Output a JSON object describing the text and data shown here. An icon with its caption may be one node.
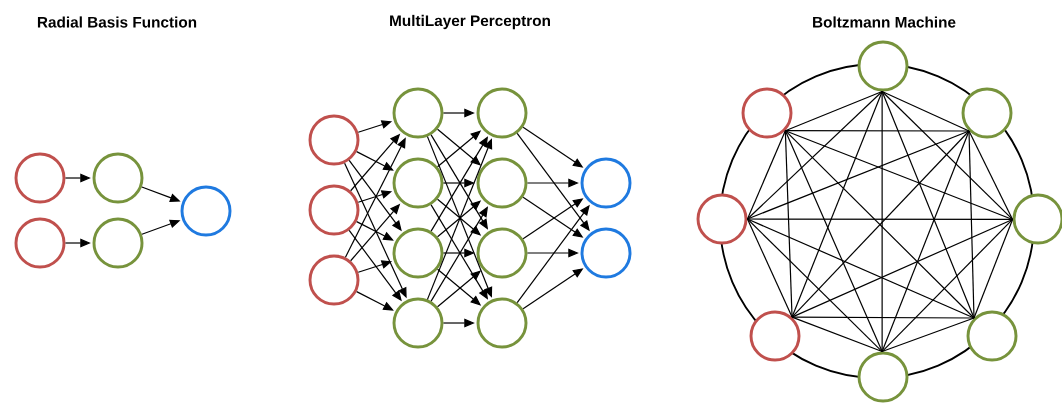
{
  "diagram": {
    "nodes": [
      {
        "text": [],
        "shape": "circle"
      },
      {
        "text": [],
        "shape": "circle"
      },
      {
        "text": [],
        "shape": "circle"
      },
      {
        "text": [],
        "shape": "circle"
      },
      {
        "text": [],
        "shape": "circle"
      },
      {
        "text": [],
        "shape": "circle"
      },
      {
        "text": [],
        "shape": "circle"
      },
      {
        "text": [],
        "shape": "circle"
      },
      {
        "text": [],
        "shape": "circle"
      },
      {
        "text": [],
        "shape": "circle"
      },
      {
        "text": [],
        "shape": "circle"
      },
      {
        "text": [],
        "shape": "circle"
      },
      {
        "text": [],
        "shape": "circle"
      },
      {
        "text": [],
        "shape": "circle"
      },
      {
        "text": [],
        "shape": "circle"
      },
      {
        "text": [],
        "shape": "circle"
      },
      {
        "text": [],
        "shape": "circle"
      },
      {
        "text": [],
        "shape": "circle"
      },
      {
        "text": [],
        "shape": "circle"
      },
      {
        "text": [],
        "shape": "circle"
      },
      {
        "text": [],
        "shape": "circle"
      },
      {
        "text": [],
        "shape": "circle"
      },
      {
        "text": [],
        "shape": "circle"
      },
      {
        "text": [],
        "shape": "circle"
      },
      {
        "text": [],
        "shape": "circle"
      },
      {
        "text": [],
        "shape": "circle"
      }
    ],
    "edges": [
      {
        "from": 0,
        "to": 2,
        "arrow": "to"
      },
      {
        "from": 1,
        "to": 3,
        "arrow": "to"
      },
      {
        "from": 2,
        "to": 4,
        "arrow": "to"
      },
      {
        "from": 3,
        "to": 4,
        "arrow": "to"
      },
      {
        "from": 5,
        "to": 8,
        "arrow": "to"
      },
      {
        "from": 5,
        "to": 9,
        "arrow": "to"
      },
      {
        "from": 5,
        "to": 10,
        "arrow": "to"
      },
      {
        "from": 5,
        "to": 11,
        "arrow": "to"
      },
      {
        "from": 6,
        "to": 8,
        "arrow": "to"
      },
      {
        "from": 6,
        "to": 9,
        "arrow": "to"
      },
      {
        "from": 6,
        "to": 10,
        "arrow": "to"
      },
      {
        "from": 6,
        "to": 11,
        "arrow": "to"
      },
      {
        "from": 7,
        "to": 8,
        "arrow": "to"
      },
      {
        "from": 7,
        "to": 9,
        "arrow": "to"
      },
      {
        "from": 7,
        "to": 10,
        "arrow": "to"
      },
      {
        "from": 7,
        "to": 11,
        "arrow": "to"
      },
      {
        "from": 8,
        "to": 12,
        "arrow": "to"
      },
      {
        "from": 8,
        "to": 13,
        "arrow": "to"
      },
      {
        "from": 8,
        "to": 14,
        "arrow": "to"
      },
      {
        "from": 8,
        "to": 15,
        "arrow": "to"
      },
      {
        "from": 9,
        "to": 12,
        "arrow": "to"
      },
      {
        "from": 9,
        "to": 13,
        "arrow": "to"
      },
      {
        "from": 9,
        "to": 14,
        "arrow": "to"
      },
      {
        "from": 9,
        "to": 15,
        "arrow": "to"
      },
      {
        "from": 10,
        "to": 12,
        "arrow": "to"
      },
      {
        "from": 10,
        "to": 13,
        "arrow": "to"
      },
      {
        "from": 10,
        "to": 14,
        "arrow": "to"
      },
      {
        "from": 10,
        "to": 15,
        "arrow": "to"
      },
      {
        "from": 11,
        "to": 12,
        "arrow": "to"
      },
      {
        "from": 11,
        "to": 13,
        "arrow": "to"
      },
      {
        "from": 11,
        "to": 14,
        "arrow": "to"
      },
      {
        "from": 11,
        "to": 15,
        "arrow": "to"
      },
      {
        "from": 12,
        "to": 16,
        "arrow": "to"
      },
      {
        "from": 12,
        "to": 17,
        "arrow": "to"
      },
      {
        "from": 13,
        "to": 16,
        "arrow": "to"
      },
      {
        "from": 13,
        "to": 17,
        "arrow": "to"
      },
      {
        "from": 14,
        "to": 16,
        "arrow": "to"
      },
      {
        "from": 14,
        "to": 17,
        "arrow": "to"
      },
      {
        "from": 15,
        "to": 16,
        "arrow": "to"
      },
      {
        "from": 15,
        "to": 17,
        "arrow": "to"
      },
      {
        "from": 18,
        "to": 19,
        "arrow": "none"
      },
      {
        "from": 18,
        "to": 20,
        "arrow": "none"
      },
      {
        "from": 18,
        "to": 21,
        "arrow": "none"
      },
      {
        "from": 18,
        "to": 22,
        "arrow": "none"
      },
      {
        "from": 18,
        "to": 23,
        "arrow": "none"
      },
      {
        "from": 18,
        "to": 24,
        "arrow": "none"
      },
      {
        "from": 18,
        "to": 25,
        "arrow": "none"
      },
      {
        "from": 19,
        "to": 20,
        "arrow": "none"
      },
      {
        "from": 19,
        "to": 21,
        "arrow": "none"
      },
      {
        "from": 19,
        "to": 22,
        "arrow": "none"
      },
      {
        "from": 19,
        "to": 23,
        "arrow": "none"
      },
      {
        "from": 19,
        "to": 24,
        "arrow": "none"
      },
      {
        "from": 19,
        "to": 25,
        "arrow": "none"
      },
      {
        "from": 20,
        "to": 21,
        "arrow": "none"
      },
      {
        "from": 20,
        "to": 22,
        "arrow": "none"
      },
      {
        "from": 20,
        "to": 23,
        "arrow": "none"
      },
      {
        "from": 20,
        "to": 24,
        "arrow": "none"
      },
      {
        "from": 20,
        "to": 25,
        "arrow": "none"
      },
      {
        "from": 21,
        "to": 22,
        "arrow": "none"
      },
      {
        "from": 21,
        "to": 23,
        "arrow": "none"
      },
      {
        "from": 21,
        "to": 24,
        "arrow": "none"
      },
      {
        "from": 21,
        "to": 25,
        "arrow": "none"
      },
      {
        "from": 22,
        "to": 23,
        "arrow": "none"
      },
      {
        "from": 22,
        "to": 24,
        "arrow": "none"
      },
      {
        "from": 22,
        "to": 25,
        "arrow": "none"
      },
      {
        "from": 23,
        "to": 24,
        "arrow": "none"
      },
      {
        "from": 23,
        "to": 25,
        "arrow": "none"
      },
      {
        "from": 24,
        "to": 25,
        "arrow": "none"
      }
    ],
    "labels": [
      "Radial Basis Function",
      "MultiLayer Perceptron",
      "Boltzmann Machine"
    ]
  }
}
